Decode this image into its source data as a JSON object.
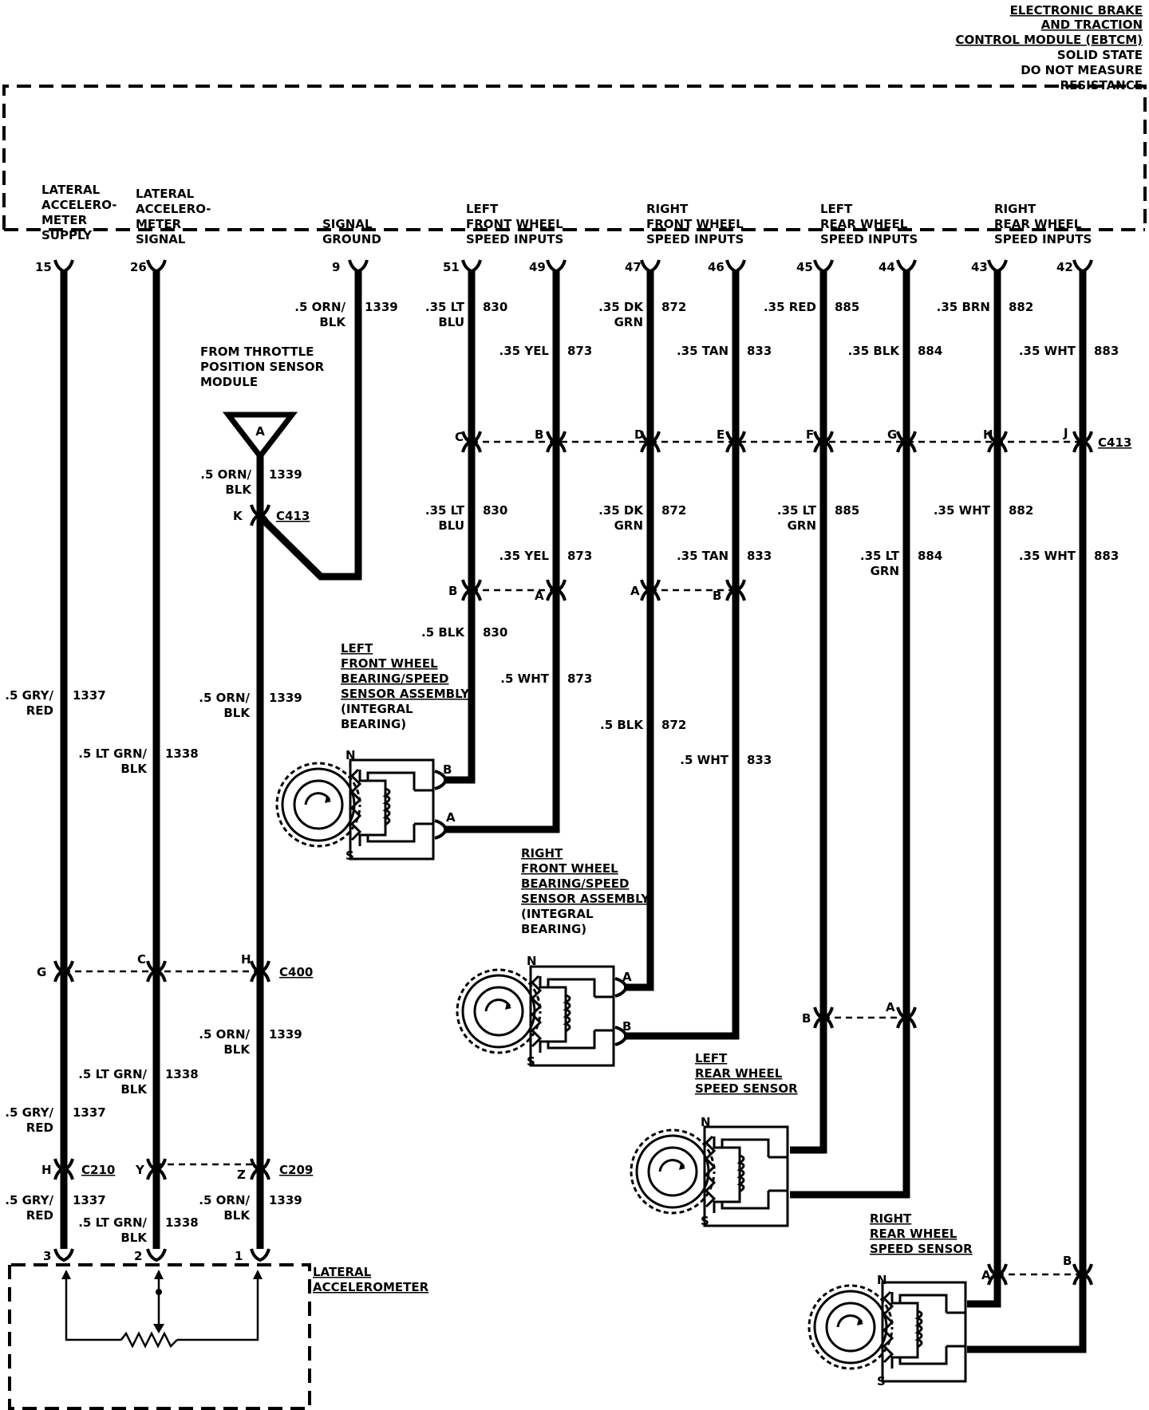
{
  "module": {
    "title_lines": [
      "ELECTRONIC BRAKE",
      "AND TRACTION",
      "CONTROL MODULE (EBTCM)",
      "SOLID STATE",
      "DO NOT MEASURE",
      "RESISTANCE"
    ]
  },
  "pin_labels": {
    "lat_supply": [
      "LATERAL",
      "ACCELERO-",
      "METER",
      "SUPPLY"
    ],
    "lat_signal": [
      "LATERAL",
      "ACCELERO-",
      "METER",
      "SIGNAL"
    ],
    "signal_ground": [
      "SIGNAL",
      "GROUND"
    ],
    "lf_inputs": [
      "LEFT",
      "FRONT WHEEL",
      "SPEED INPUTS"
    ],
    "rf_inputs": [
      "RIGHT",
      "FRONT WHEEL",
      "SPEED INPUTS"
    ],
    "lr_inputs": [
      "LEFT",
      "REAR WHEEL",
      "SPEED INPUTS"
    ],
    "rr_inputs": [
      "RIGHT",
      "REAR WHEEL",
      "SPEED INPUTS"
    ]
  },
  "pins": [
    "15",
    "26",
    "9",
    "51",
    "49",
    "47",
    "46",
    "45",
    "44",
    "43",
    "42"
  ],
  "connectors": {
    "c413": "C413",
    "c400": "C400",
    "c210": "C210",
    "c209": "C209"
  },
  "cavities": {
    "c413_row": [
      "C",
      "B",
      "D",
      "E",
      "F",
      "G",
      "H",
      "J"
    ],
    "k": "K",
    "lf_sensor_conn": [
      "B",
      "A"
    ],
    "rf_sensor_conn": [
      "A",
      "B"
    ],
    "c400_row": [
      "G",
      "C",
      "H"
    ],
    "c209_row": [
      "H",
      "Y",
      "Z"
    ],
    "lr_conn": [
      "B",
      "A"
    ],
    "rr_conn": [
      "A",
      "B"
    ],
    "lat_accel_pins": [
      "3",
      "2",
      "1"
    ],
    "lf_sensor_pins": [
      "B",
      "A"
    ],
    "rf_sensor_pins": [
      "A",
      "B"
    ],
    "pole_n": "N",
    "pole_s": "S"
  },
  "triangle_label": "A",
  "from_tps": [
    "FROM THROTTLE",
    "POSITION SENSOR",
    "MODULE"
  ],
  "components": {
    "lf_sensor": [
      "LEFT",
      "FRONT WHEEL",
      "BEARING/SPEED",
      "SENSOR ASSEMBLY",
      "(INTEGRAL",
      "BEARING)"
    ],
    "rf_sensor": [
      "RIGHT",
      "FRONT WHEEL",
      "BEARING/SPEED",
      "SENSOR ASSEMBLY",
      "(INTEGRAL",
      "BEARING)"
    ],
    "lr_sensor": [
      "LEFT",
      "REAR WHEEL",
      "SPEED SENSOR"
    ],
    "rr_sensor": [
      "RIGHT",
      "REAR WHEEL",
      "SPEED SENSOR"
    ],
    "lat_accel": [
      "LATERAL",
      "ACCELEROMETER"
    ]
  },
  "wire_labels": {
    "w1339_top": [
      ".5 ORN/",
      "BLK",
      "1339"
    ],
    "w830_a": [
      ".35 LT",
      "BLU",
      "830"
    ],
    "w873_a": [
      ".35 YEL",
      "873"
    ],
    "w872_a": [
      ".35 DK",
      "GRN",
      "872"
    ],
    "w833_a": [
      ".35 TAN",
      "833"
    ],
    "w885_a": [
      ".35 RED",
      "885"
    ],
    "w884_a": [
      ".35 BLK",
      "884"
    ],
    "w882_a": [
      ".35 BRN",
      "882"
    ],
    "w883_a": [
      ".35 WHT",
      "883"
    ],
    "w1339_tps": [
      ".5 ORN/",
      "BLK",
      "1339"
    ],
    "w830_b": [
      ".35 LT",
      "BLU",
      "830"
    ],
    "w873_b": [
      ".35 YEL",
      "873"
    ],
    "w872_b": [
      ".35 DK",
      "GRN",
      "872"
    ],
    "w833_b": [
      ".35 TAN",
      "833"
    ],
    "w885_b": [
      ".35 LT",
      "GRN",
      "885"
    ],
    "w884_b": [
      ".35 LT",
      "GRN",
      "884"
    ],
    "w882_b": [
      ".35 WHT",
      "882"
    ],
    "w883_b": [
      ".35 WHT",
      "883"
    ],
    "w830_c": [
      ".5 BLK",
      "830"
    ],
    "w873_c": [
      ".5 WHT",
      "873"
    ],
    "w872_c": [
      ".5 BLK",
      "872"
    ],
    "w833_c": [
      ".5 WHT",
      "833"
    ],
    "w1337_a": [
      ".5 GRY/",
      "RED",
      "1337"
    ],
    "w1338_a": [
      ".5 LT GRN/",
      "BLK",
      "1338"
    ],
    "w1339_a": [
      ".5 ORN/",
      "BLK",
      "1339"
    ],
    "w1339_b": [
      ".5 ORN/",
      "BLK",
      "1339"
    ],
    "w1338_b": [
      ".5 LT GRN/",
      "BLK",
      "1338"
    ],
    "w1337_b": [
      ".5 GRY/",
      "RED",
      "1337"
    ],
    "w1337_c": [
      ".5 GRY/",
      "RED",
      "1337"
    ],
    "w1338_c": [
      ".5 LT GRN/",
      "BLK",
      "1338"
    ],
    "w1339_c": [
      ".5 ORN/",
      "BLK",
      "1339"
    ]
  }
}
